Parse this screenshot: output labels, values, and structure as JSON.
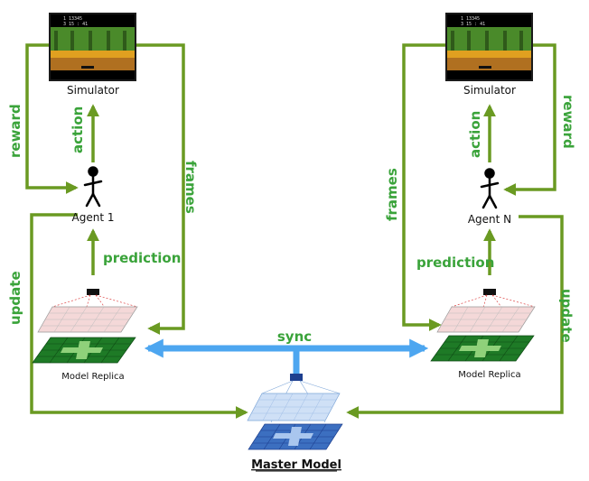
{
  "labels": {
    "simulator_left": "Simulator",
    "simulator_right": "Simulator",
    "reward_left": "reward",
    "reward_right": "reward",
    "action_left": "action",
    "action_right": "action",
    "frames_left": "frames",
    "frames_right": "frames",
    "agent_left": "Agent 1",
    "agent_right": "Agent N",
    "prediction_left": "prediction",
    "prediction_right": "prediction",
    "update_left": "update",
    "update_right": "update",
    "replica_left": "Model Replica",
    "replica_right": "Model Replica",
    "sync": "sync",
    "master": "Master Model",
    "game_score_left": "1 13345",
    "game_time_left": "3 15 : 41",
    "game_score_right": "1 13345",
    "game_time_right": "3 15 : 41"
  },
  "colors": {
    "arrow_green": "#6a9a22",
    "label_green": "#3aa33a",
    "sync_blue": "#4da6f0",
    "replica_dark_green": "#1e7a26",
    "replica_light_green": "#5bbd4a",
    "master_blue": "#3c6fc0",
    "master_light_blue": "#a9c6ee"
  },
  "icons": [
    "stick-figure-icon",
    "game-screen-icon",
    "neural-net-icon"
  ]
}
